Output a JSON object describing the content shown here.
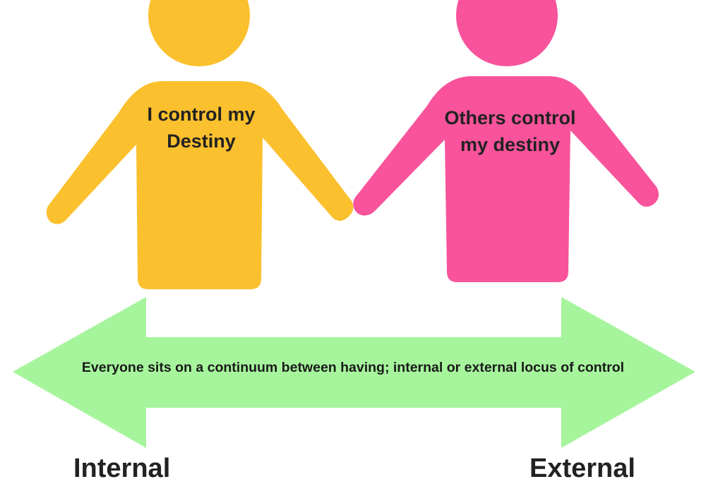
{
  "colors": {
    "internal_person": "#FBC02D",
    "external_person": "#F8539B",
    "arrow": "#A6F59C",
    "text": "#222222"
  },
  "left_figure": {
    "label_line1": "I control my",
    "label_line2": "Destiny"
  },
  "right_figure": {
    "label_line1": "Others control",
    "label_line2": "my destiny"
  },
  "arrow": {
    "text": "Everyone sits on a continuum between having; internal or external locus of control"
  },
  "poles": {
    "left": "Internal",
    "right": "External"
  }
}
